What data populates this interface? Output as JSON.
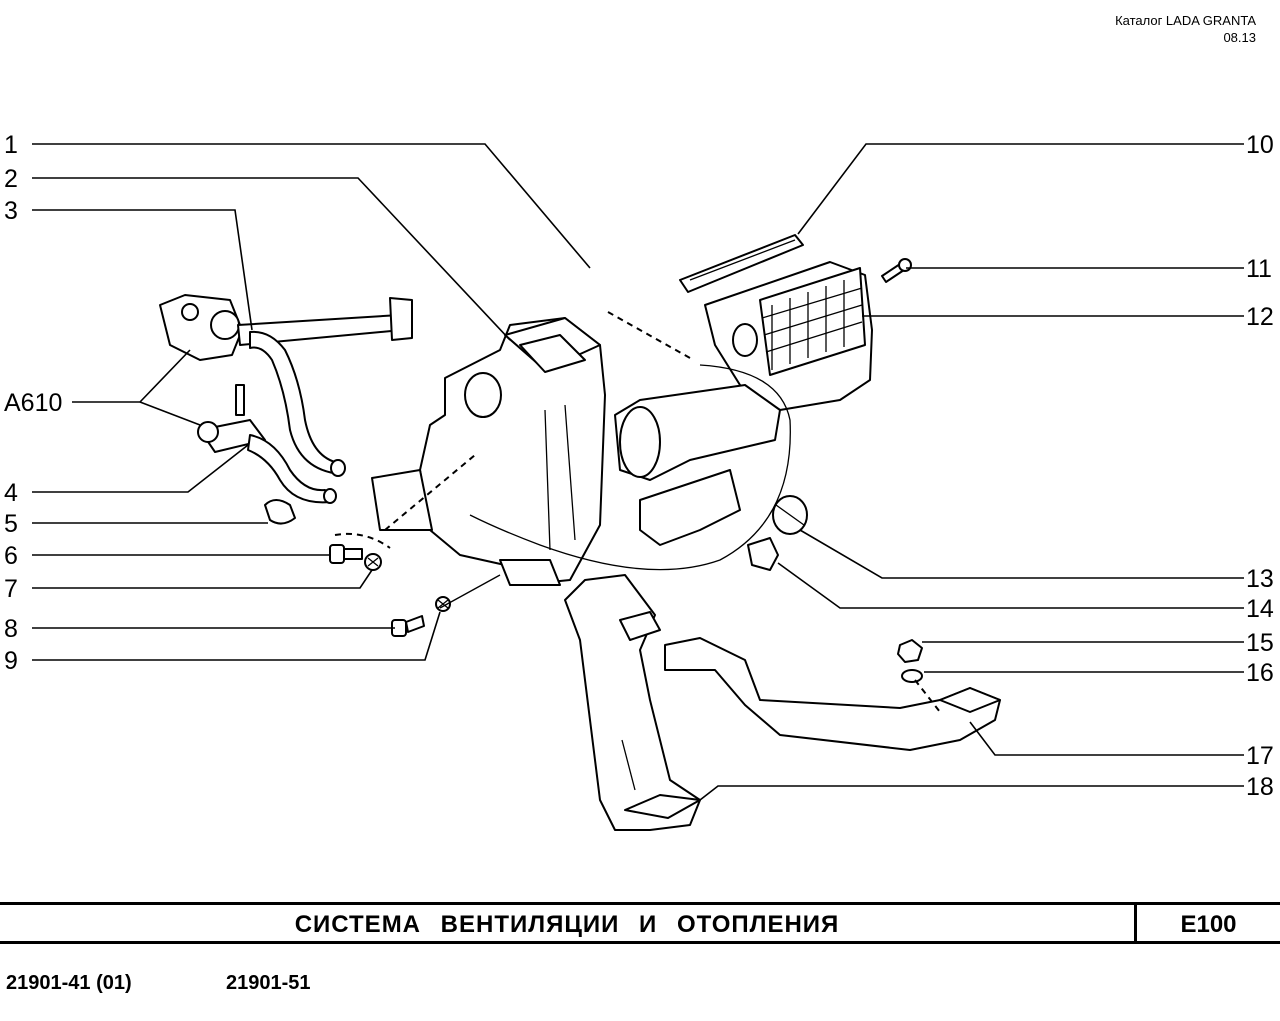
{
  "header": {
    "catalog": "Каталог  LADA  GRANTA",
    "date": "08.13"
  },
  "callouts": {
    "c1": "1",
    "c2": "2",
    "c3": "3",
    "ca610": "A610",
    "c4": "4",
    "c5": "5",
    "c6": "6",
    "c7": "7",
    "c8": "8",
    "c9": "9",
    "c10": "10",
    "c11": "11",
    "c12": "12",
    "c13": "13",
    "c14": "14",
    "c15": "15",
    "c16": "16",
    "c17": "17",
    "c18": "18"
  },
  "title_block": {
    "title": "СИСТЕМА   ВЕНТИЛЯЦИИ   И   ОТОПЛЕНИЯ",
    "code": "E100"
  },
  "models": {
    "model_a": "21901-41 (01)",
    "model_b": "21901-51"
  }
}
